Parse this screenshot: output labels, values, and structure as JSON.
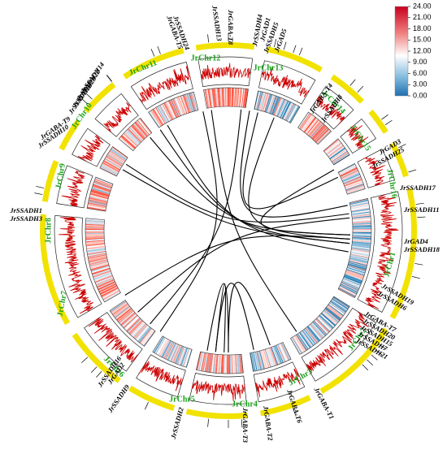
{
  "chromosomes": [
    {
      "id": "JrChr1",
      "label": "JrChr1"
    },
    {
      "id": "JrChr2",
      "label": "JrChr2"
    },
    {
      "id": "JrChr3",
      "label": "JrChr3"
    },
    {
      "id": "JrChr4",
      "label": "JrChr4"
    },
    {
      "id": "JrChr5",
      "label": "JrChr5"
    },
    {
      "id": "JrChr6",
      "label": "JrChr6"
    },
    {
      "id": "JrChr7",
      "label": "JrChr7"
    },
    {
      "id": "JrChr8",
      "label": "JrChr8"
    },
    {
      "id": "JrChr9",
      "label": "JrChr9"
    },
    {
      "id": "JrChr10",
      "label": "JrChr10"
    },
    {
      "id": "JrChr11",
      "label": "JrChr11"
    },
    {
      "id": "JrChr12",
      "label": "JrChr12"
    },
    {
      "id": "JrChr13",
      "label": "JrChr13"
    },
    {
      "id": "JrChr14",
      "label": "JrChr14"
    },
    {
      "id": "JrChr15",
      "label": "JrChr15"
    },
    {
      "id": "JrChr16",
      "label": "JrChr16"
    }
  ],
  "genes": [
    "JrGAD4",
    "JrSSADH18",
    "JrSSADH19",
    "JrSSADH6",
    "JrGABA-T7",
    "JrSSADH20",
    "JrSSADH15",
    "JrSSADH7",
    "JrSSADH21",
    "JrGABA-T1",
    "JrGABA-T6",
    "JrGABA-T2",
    "JrGABA-T3",
    "JrSSADH2",
    "JrSSADH16",
    "JrGAD2",
    "JrSSADH9",
    "JrSSADH1",
    "JrSSADH3",
    "JrGABA-T9",
    "JrSSADH10",
    "JrSSADH14",
    "JrSSADH22",
    "JrSSADH23",
    "JrSSADH12",
    "JrSSADH24",
    "JrGABA-T5",
    "JrSSADH13",
    "JrGABA-T8",
    "JrSSADH4",
    "JrGAD1",
    "JrSSADH5",
    "JrGAD5",
    "JrGABA-T4",
    "JrSSADH8",
    "JrGAD3",
    "JrSSADH25",
    "JrSSADH17",
    "JrSSADH11"
  ],
  "legend": {
    "ticks": [
      "24.00",
      "21.00",
      "18.00",
      "15.00",
      "12.00",
      "9.00",
      "6.00",
      "3.00",
      "0.00"
    ],
    "colors": {
      "high": "#d7191c",
      "mid": "#ffffff",
      "low": "#2c7bb6"
    }
  },
  "colors": {
    "chromosome": "#f2e200",
    "chromosome_label": "#19a019",
    "link": "#000000",
    "density_line": "#cc0000"
  },
  "icons": []
}
